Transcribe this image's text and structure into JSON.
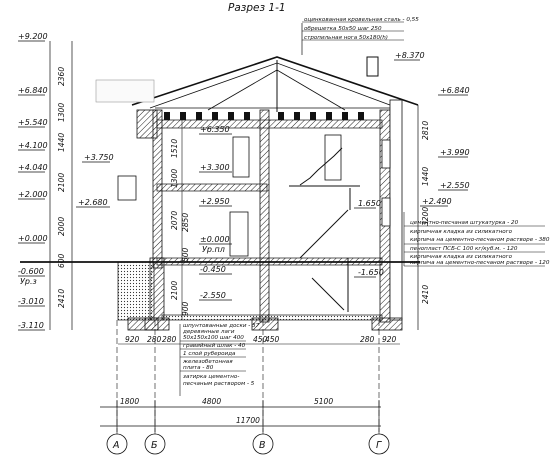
{
  "title": "Разрез 1-1",
  "roof_notes": [
    "оцинкованная кровельная сталь - 0,55",
    "обрешетка 50х50 шаг 250",
    "стропильная нога 50х180(h)"
  ],
  "wall_notes": [
    "цементно-песчаная штукатурка - 20",
    "кирпичная кладка из силикатного",
    "кирпича на цементно-песчаном растворе - 380",
    "пенопласт ПСБ-С 100 кг/куб.м. - 120",
    "кирпичная кладка из силикатного",
    "кирпича на цементно-песчаном растворе - 120"
  ],
  "floor_notes": [
    "шпунтованные доски - 37",
    "деревянные лаги",
    "50х150х100 шаг 400",
    "гравийный шлак - 40",
    "1 слой рубероида",
    "железобетонная",
    "плита - 80",
    "затирка цементно-",
    "песчаным раствором - 5"
  ],
  "left_levels": [
    "+9.200",
    "+6.840",
    "+5.540",
    "+4.100",
    "+4.040",
    "+2.000",
    "+0.000",
    "-0.600",
    "Ур.з",
    "-3.010",
    "-3.110"
  ],
  "right_levels": [
    "+8.370",
    "+6.840",
    "+3.990",
    "+2.550",
    "+2.490"
  ],
  "inner_levels": [
    "+6.350",
    "+3.750",
    "+3.300",
    "+2.680",
    "+2.950",
    "±0.000",
    "Ур.пл",
    "-0.450",
    "-2.550",
    "1.650",
    "-1.650"
  ],
  "left_dims": [
    "2360",
    "1300",
    "1440",
    "2100",
    "2000",
    "600",
    "2410"
  ],
  "right_dims": [
    "2810",
    "1440",
    "3200",
    "2410"
  ],
  "inner_dims": [
    "1510",
    "1300",
    "2070",
    "2850",
    "2100",
    "500",
    "900"
  ],
  "bottom_small": [
    "920",
    "280",
    "280",
    "450",
    "450",
    "280",
    "920"
  ],
  "bottom_dims": [
    "1800",
    "4800",
    "5100"
  ],
  "total": "11700",
  "axes": [
    "А",
    "Б",
    "В",
    "Г"
  ]
}
